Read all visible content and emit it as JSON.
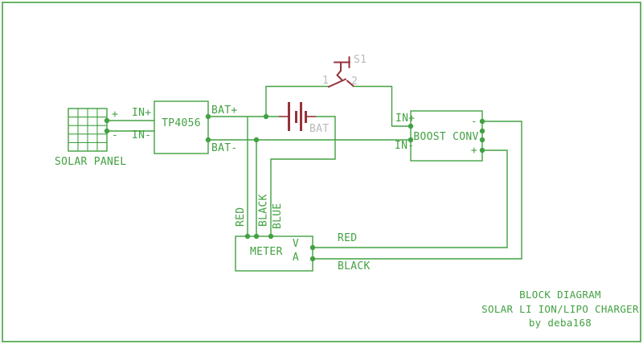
{
  "colors": {
    "wire": "#42a142",
    "component": "#95323b",
    "annotation": "#b9b9b9",
    "background": "#ffffff"
  },
  "solar_panel": {
    "label": "SOLAR PANEL",
    "plus": "+",
    "minus": "-"
  },
  "tp4056": {
    "label": "TP4056",
    "in_plus": "IN+",
    "in_minus": "IN-",
    "bat_plus": "BAT+",
    "bat_minus": "BAT-"
  },
  "battery": {
    "label": "BAT"
  },
  "switch": {
    "label": "S1",
    "pin1": "1",
    "pin2": "2"
  },
  "boost": {
    "label": "BOOST CONV",
    "in_plus": "IN+",
    "in_minus": "IN-",
    "out_minus": "-",
    "out_plus": "+"
  },
  "meter": {
    "label": "METER",
    "volt": "V",
    "amp": "A"
  },
  "wire_labels": {
    "red_vertical": "RED",
    "black_vertical": "BLACK",
    "blue_vertical": "BLUE",
    "red_out": "RED",
    "black_out": "BLACK"
  },
  "title_block": {
    "line1": "BLOCK DIAGRAM",
    "line2": "SOLAR LI ION/LIPO CHARGER",
    "line3": "by deba168"
  }
}
